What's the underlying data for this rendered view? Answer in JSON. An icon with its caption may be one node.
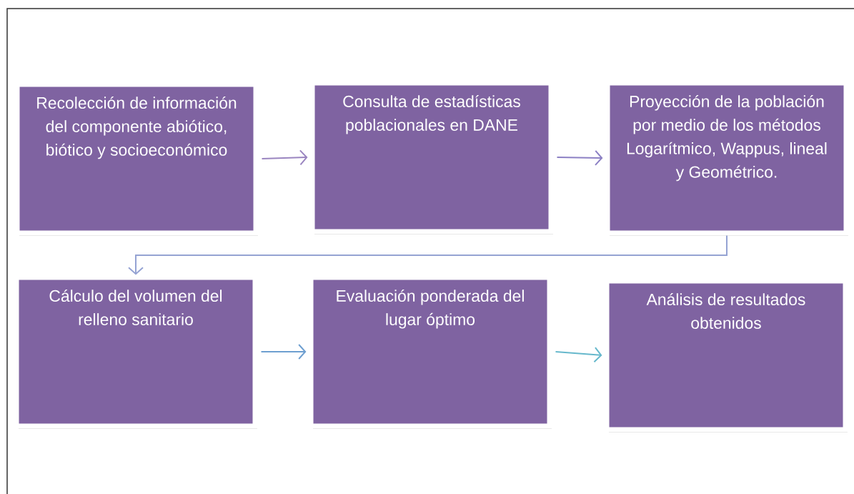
{
  "diagram": {
    "nodes": [
      {
        "text": [
          "Recolección de información del componente abiótico, biótico y socioeconómico"
        ]
      },
      {
        "text": [
          "Consulta de estadísticas poblacionales en DANE"
        ]
      },
      {
        "text": [
          "Proyección de la población por medio de los métodos Logarítmico, Wappus, lineal y Geométrico."
        ]
      },
      {
        "text": [
          "Cálculo del volumen del relleno sanitario"
        ]
      },
      {
        "text": [
          "Evaluación ponderada del lugar óptimo"
        ]
      },
      {
        "text": [
          "Análisis de resultados obtenidos"
        ]
      }
    ],
    "edges": [
      {
        "from": 0,
        "to": 1,
        "arrow": "to",
        "color": "#9a85c0"
      },
      {
        "from": 1,
        "to": 2,
        "arrow": "to",
        "color": "#8c80c4"
      },
      {
        "from": 2,
        "to": 3,
        "arrow": "to",
        "color": "#95a3d3"
      },
      {
        "from": 3,
        "to": 4,
        "arrow": "to",
        "color": "#6e9fd0"
      },
      {
        "from": 4,
        "to": 5,
        "arrow": "to",
        "color": "#66b8cc"
      }
    ]
  }
}
